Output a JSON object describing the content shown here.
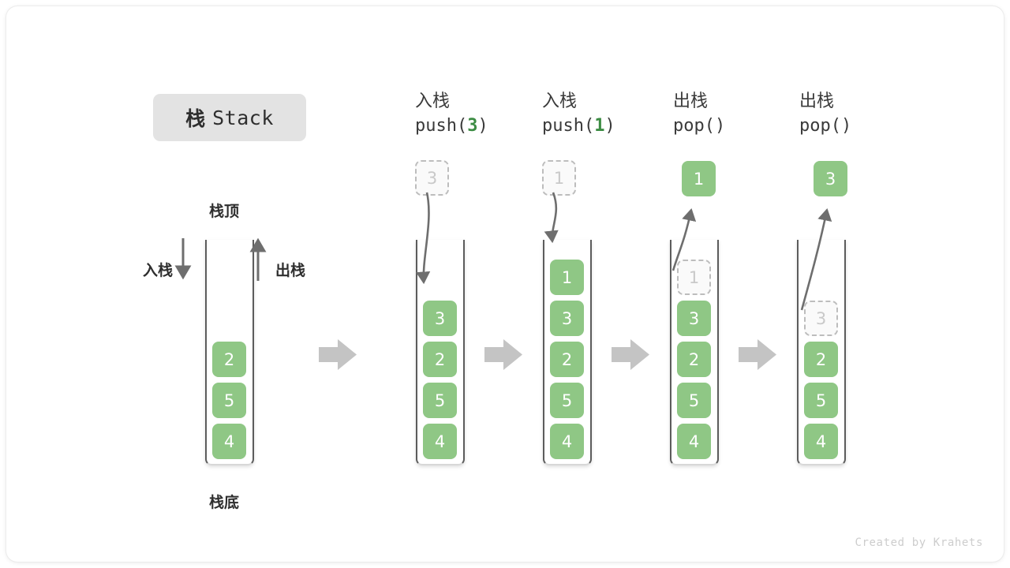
{
  "title": {
    "cn": "栈",
    "en": "Stack"
  },
  "labels": {
    "top": "栈顶",
    "bottom": "栈底",
    "push": "入栈",
    "pop": "出栈"
  },
  "footer": "Created by Krahets",
  "colors": {
    "cell_fill": "#8fc785",
    "cell_text": "#ffffff",
    "ghost_border": "#bdbdbd",
    "ghost_text": "#c9c9c9",
    "accent_green": "#3c8c43",
    "badge_bg": "#e3e3e3",
    "arrow_gray": "#c4c4c4",
    "line_gray": "#6e6e6e"
  },
  "columns": [
    {
      "id": "initial",
      "head_line1": "",
      "head_line2": "",
      "head_arg": "",
      "cells": [
        "2",
        "5",
        "4"
      ],
      "incoming": null,
      "outgoing": null
    },
    {
      "id": "push-3",
      "head_line1": "入栈",
      "head_line2_pre": "push(",
      "head_arg": "3",
      "head_line2_post": ")",
      "floating_value": "3",
      "floating_kind": "ghost",
      "cells": [
        "3",
        "2",
        "5",
        "4"
      ],
      "ghost_index": -1
    },
    {
      "id": "push-1",
      "head_line1": "入栈",
      "head_line2_pre": "push(",
      "head_arg": "1",
      "head_line2_post": ")",
      "floating_value": "1",
      "floating_kind": "ghost",
      "cells": [
        "1",
        "3",
        "2",
        "5",
        "4"
      ],
      "ghost_index": -1
    },
    {
      "id": "pop-1",
      "head_line1": "出栈",
      "head_line2_pre": "pop(",
      "head_arg": "",
      "head_line2_post": ")",
      "floating_value": "1",
      "floating_kind": "filled",
      "cells": [
        "1",
        "3",
        "2",
        "5",
        "4"
      ],
      "ghost_index": 0
    },
    {
      "id": "pop-2",
      "head_line1": "出栈",
      "head_line2_pre": "pop(",
      "head_arg": "",
      "head_line2_post": ")",
      "floating_value": "3",
      "floating_kind": "filled",
      "cells": [
        "3",
        "2",
        "5",
        "4"
      ],
      "ghost_index": 0
    }
  ]
}
